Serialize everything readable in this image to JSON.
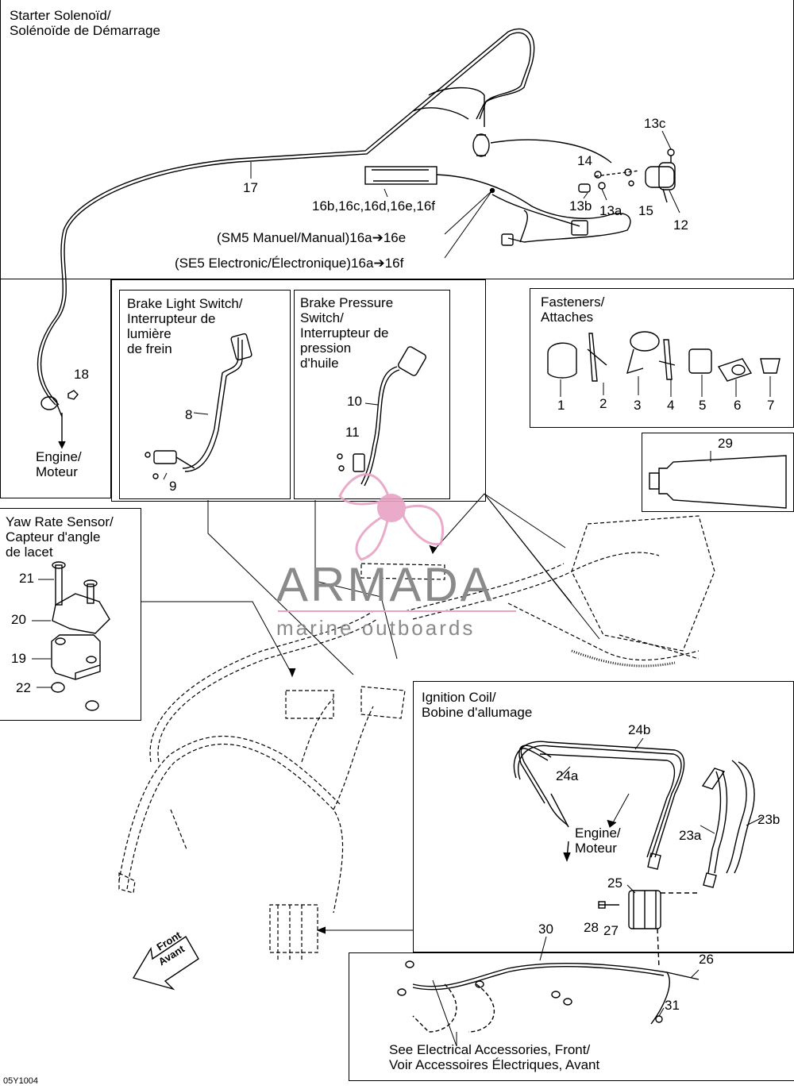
{
  "panels": {
    "starter": {
      "title_line1": "Starter Solenoïd/",
      "title_line2": "Solénoïde de Démarrage",
      "engine_line1": "Engine/",
      "engine_line2": "Moteur",
      "sm5_note": "(SM5 Manuel/Manual)16a➔16e",
      "se5_note": "(SE5 Electronic/Électronique)16a➔16f"
    },
    "brake_light": {
      "line1": "Brake Light Switch/",
      "line2": "Interrupteur de",
      "line3": "lumière",
      "line4": "de frein"
    },
    "brake_pressure": {
      "line1": "Brake Pressure",
      "line2": "Switch/",
      "line3": "Interrupteur de",
      "line4": "pression",
      "line5": "d'huile"
    },
    "fasteners": {
      "line1": "Fasteners/",
      "line2": "Attaches"
    },
    "yaw": {
      "line1": "Yaw Rate Sensor/",
      "line2": "Capteur d'angle",
      "line3": "de lacet"
    },
    "ignition": {
      "line1": "Ignition Coil/",
      "line2": "Bobine d'allumage",
      "engine_line1": "Engine/",
      "engine_line2": "Moteur",
      "see_line1": "See Electrical Accessories, Front/",
      "see_line2": "Voir Accessoires Électriques, Avant"
    }
  },
  "callouts": {
    "c17": "17",
    "c13c": "13c",
    "c14": "14",
    "c13b": "13b",
    "c13a": "13a",
    "c15": "15",
    "c12": "12",
    "c16": "16b,16c,16d,16e,16f",
    "c18": "18",
    "c8": "8",
    "c9": "9",
    "c10": "10",
    "c11": "11",
    "f1": "1",
    "f2": "2",
    "f3": "3",
    "f4": "4",
    "f5": "5",
    "f6": "6",
    "f7": "7",
    "c29": "29",
    "c21": "21",
    "c20": "20",
    "c19": "19",
    "c22": "22",
    "c24b": "24b",
    "c24a": "24a",
    "c23a": "23a",
    "c23b": "23b",
    "c25": "25",
    "c28": "28",
    "c27": "27",
    "c30": "30",
    "c26": "26",
    "c31": "31"
  },
  "front_arrow": {
    "line1": "Front",
    "line2": "Avant"
  },
  "watermark": {
    "brand": "ARMADA",
    "tagline": "marine outboards",
    "logo_color": "#e7a2c4"
  },
  "figure_code": "05Y1004"
}
